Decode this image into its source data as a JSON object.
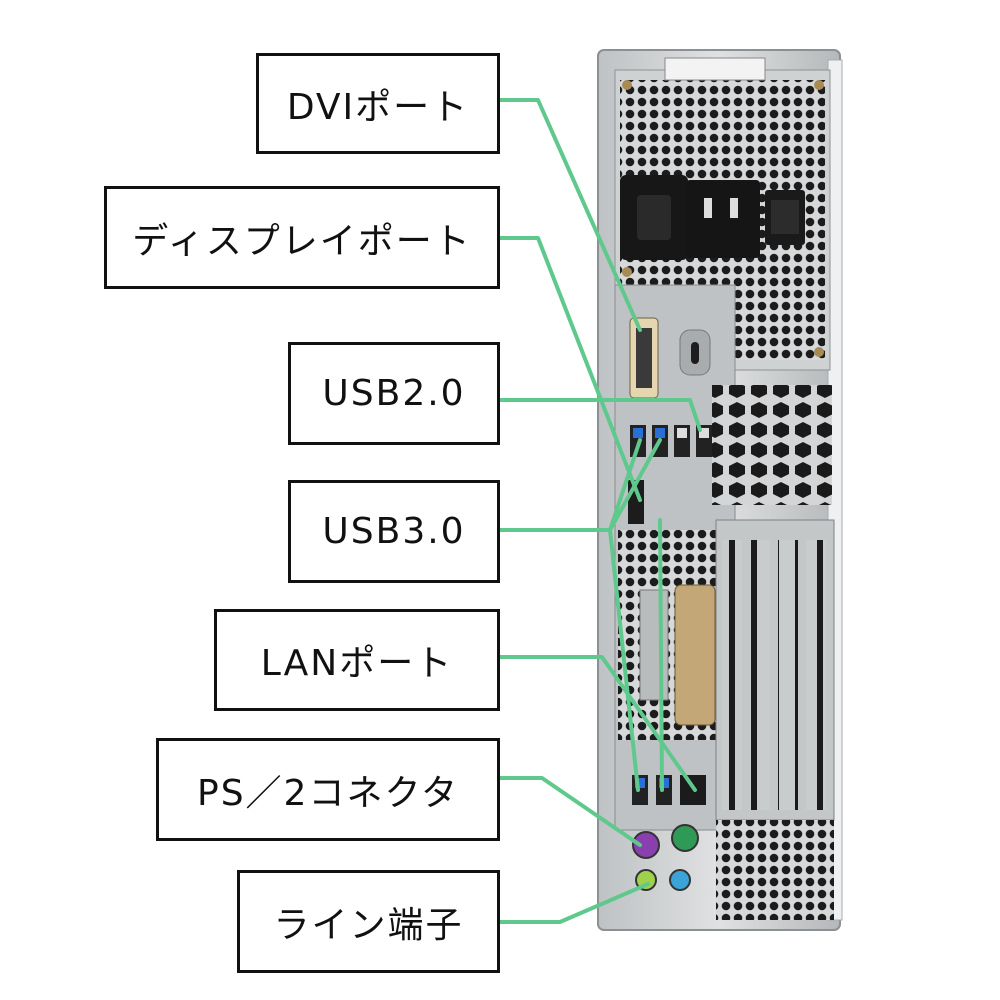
{
  "labels": [
    {
      "id": "dvi",
      "text": "DVIポート"
    },
    {
      "id": "displayport",
      "text": "ディスプレイポート"
    },
    {
      "id": "usb2",
      "text": "USB2.0"
    },
    {
      "id": "usb3",
      "text": "USB3.0"
    },
    {
      "id": "lan",
      "text": "LANポート"
    },
    {
      "id": "ps2",
      "text": "PS／2コネクタ"
    },
    {
      "id": "line",
      "text": "ライン端子"
    }
  ],
  "colors": {
    "leader_line": "#5fc98d",
    "chassis": "#cfd2d4",
    "usb3_blue": "#2a6fd6",
    "ps2_purple": "#8a3fae",
    "ps2_green": "#2f9a55",
    "audio_green": "#9fd14a",
    "audio_blue": "#3aa3d8"
  }
}
